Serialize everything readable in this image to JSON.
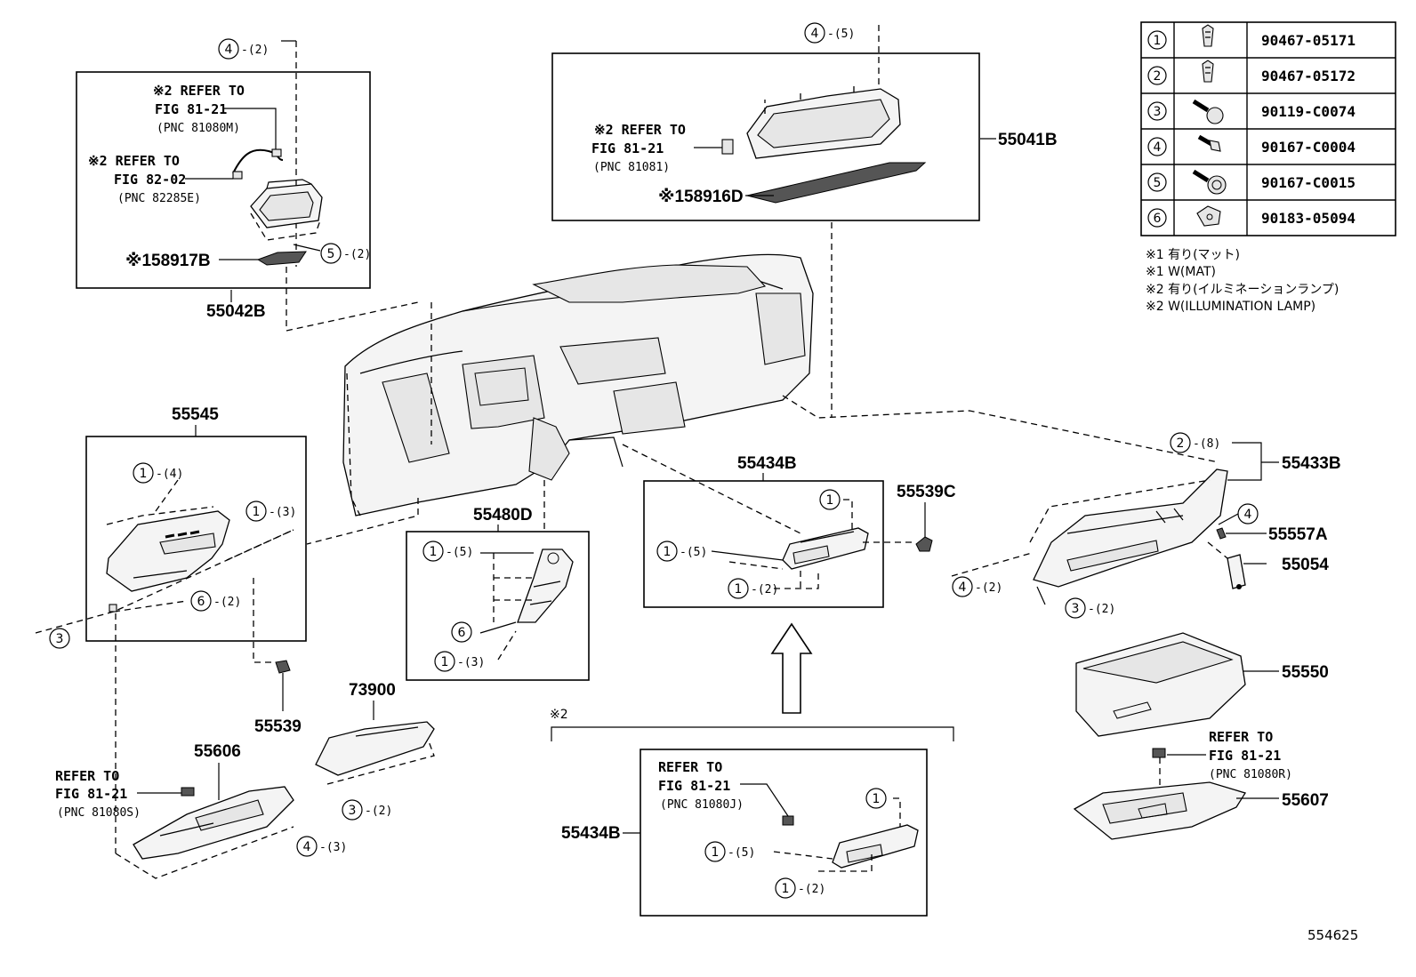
{
  "parts_table": [
    {
      "num": "1",
      "code": "90467-05171"
    },
    {
      "num": "2",
      "code": "90467-05172"
    },
    {
      "num": "3",
      "code": "90119-C0074"
    },
    {
      "num": "4",
      "code": "90167-C0004"
    },
    {
      "num": "5",
      "code": "90167-C0015"
    },
    {
      "num": "6",
      "code": "90183-05094"
    }
  ],
  "notes": [
    "※1 有り(マット)",
    "※1 W(MAT)",
    "※2 有り(イルミネーションランプ)",
    "※2 W(ILLUMINATION LAMP)"
  ],
  "labels": {
    "p55042B": "55042B",
    "p58917B": "※158917B",
    "p55041B": "55041B",
    "p58916D": "※158916D",
    "p55545": "55545",
    "p55480D": "55480D",
    "p55434B_top": "55434B",
    "p55539C": "55539C",
    "p55433B": "55433B",
    "p55557A": "55557A",
    "p55054": "55054",
    "p55550": "55550",
    "p55539": "55539",
    "p73900": "73900",
    "p55606": "55606",
    "p55434B_bot": "55434B",
    "p55607": "55607",
    "star2_group": "※2",
    "fig_id": "554625"
  },
  "refs": {
    "a1": "※2 REFER TO",
    "a2": "FIG 81-21",
    "a3": "(PNC 81080M)",
    "b1": "※2 REFER TO",
    "b2": "FIG 82-02",
    "b3": "(PNC 82285E)",
    "c1": "※2 REFER TO",
    "c2": "FIG 81-21",
    "c3": "(PNC 81081)",
    "d1": "REFER TO",
    "d2": "FIG 81-21",
    "d3": "(PNC 81080S)",
    "e1": "REFER TO",
    "e2": "FIG 81-21",
    "e3": "(PNC 81080J)",
    "f1": "REFER TO",
    "f2": "FIG 81-21",
    "f3": "(PNC 81080R)"
  },
  "callouts": {
    "c_4_2_top": {
      "n": "4",
      "q": "-(2)"
    },
    "c_5_2": {
      "n": "5",
      "q": "-(2)"
    },
    "c_4_5": {
      "n": "4",
      "q": "-(5)"
    },
    "c_1_4": {
      "n": "1",
      "q": "-(4)"
    },
    "c_1_3a": {
      "n": "1",
      "q": "-(3)"
    },
    "c_6_2": {
      "n": "6",
      "q": "-(2)"
    },
    "c_3_left": {
      "n": "3",
      "q": ""
    },
    "c_1_5a": {
      "n": "1",
      "q": "-(5)"
    },
    "c_6_b": {
      "n": "6",
      "q": ""
    },
    "c_1_3b": {
      "n": "1",
      "q": "-(3)"
    },
    "c_1_top434": {
      "n": "1",
      "q": ""
    },
    "c_1_5b": {
      "n": "1",
      "q": "-(5)"
    },
    "c_1_2a": {
      "n": "1",
      "q": "-(2)"
    },
    "c_2_8": {
      "n": "2",
      "q": "-(8)"
    },
    "c_4_r": {
      "n": "4",
      "q": ""
    },
    "c_4_2r": {
      "n": "4",
      "q": "-(2)"
    },
    "c_3_2r": {
      "n": "3",
      "q": "-(2)"
    },
    "c_3_2b": {
      "n": "3",
      "q": "-(2)"
    },
    "c_4_3": {
      "n": "4",
      "q": "-(3)"
    },
    "c_1_topb": {
      "n": "1",
      "q": ""
    },
    "c_1_5c": {
      "n": "1",
      "q": "-(5)"
    },
    "c_1_2b": {
      "n": "1",
      "q": "-(2)"
    }
  }
}
